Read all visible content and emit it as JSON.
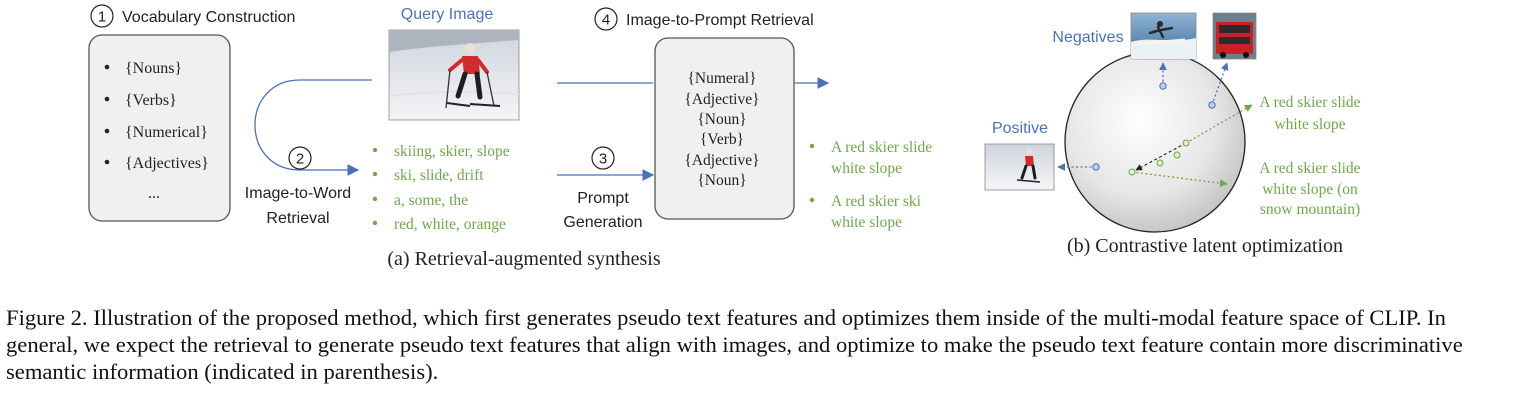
{
  "panel_a": {
    "step1": {
      "num": "1",
      "label": "Vocabulary Construction"
    },
    "vocab_items": [
      "{Nouns}",
      "{Verbs}",
      "{Numerical}",
      "{Adjectives}"
    ],
    "vocab_more": "...",
    "query_label": "Query Image",
    "step2": {
      "num": "2",
      "label_line1": "Image-to-Word",
      "label_line2": "Retrieval"
    },
    "retrieved_words": [
      "skiing, skier, slope",
      "ski, slide, drift",
      "a, some, the",
      "red, white, orange"
    ],
    "step3": {
      "num": "3",
      "label_line1": "Prompt",
      "label_line2": "Generation"
    },
    "step4": {
      "num": "4",
      "label": "Image-to-Prompt Retrieval"
    },
    "template_lines": [
      "{Numeral}",
      "{Adjective}",
      "{Noun}",
      "{Verb}",
      "{Adjective}",
      "{Noun}"
    ],
    "outputs": [
      {
        "line1": "A red skier slide",
        "line2": "white slope"
      },
      {
        "line1": "A red skier ski",
        "line2": "white slope"
      }
    ],
    "subcaption": "(a) Retrieval-augmented synthesis"
  },
  "panel_b": {
    "negatives_label": "Negatives",
    "positive_label": "Positive",
    "text1": {
      "line1": "A red skier slide",
      "line2": "white slope"
    },
    "text2": {
      "line1": "A red skier slide",
      "line2": "white slope (on",
      "line3": "snow mountain)"
    },
    "subcaption": "(b) Contrastive latent optimization"
  },
  "caption": "Figure 2. Illustration of the proposed method, which first generates pseudo text features and optimizes them inside of the multi-modal feature space of CLIP. In general, we expect the retrieval to generate pseudo text features that align with images, and optimize to make the pseudo text feature contain more discriminative semantic information (indicated in parenthesis).",
  "colors": {
    "blue": "#4a72b8",
    "green": "#6fa84a",
    "box_fill": "#f0f0f0",
    "box_stroke": "#555555"
  },
  "icons": [
    "skier-photo",
    "surfer-photo",
    "bus-photo",
    "feature-sphere"
  ]
}
